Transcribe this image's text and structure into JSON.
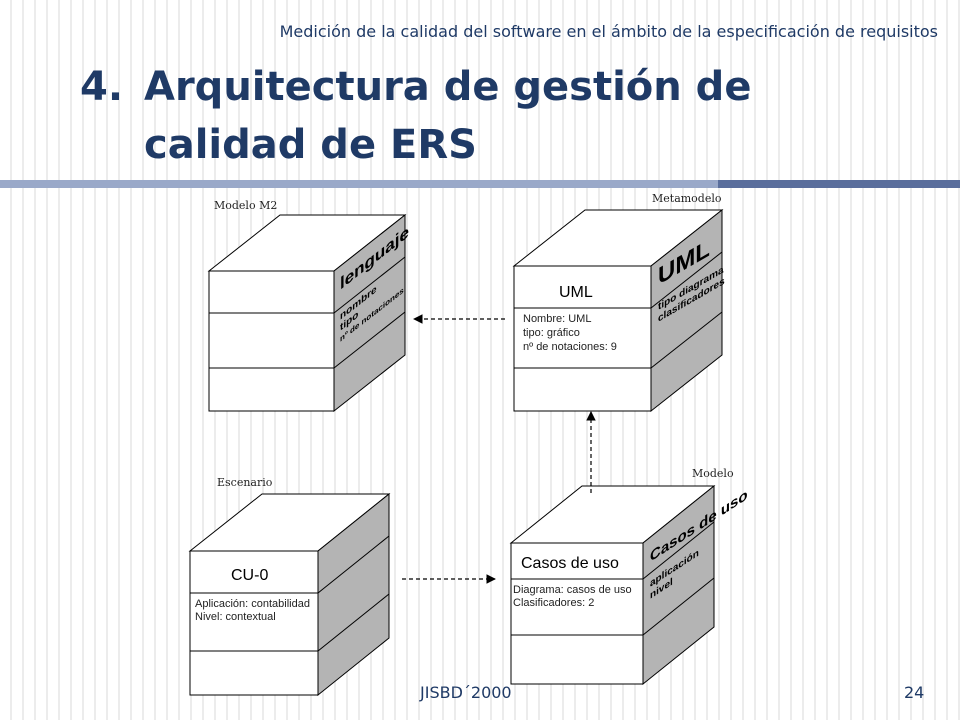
{
  "header": "Medición de la calidad del software en el ámbito de la especificación de requisitos",
  "title": {
    "number": "4.",
    "line1": "Arquitectura de gestión de",
    "line2": "calidad de ERS"
  },
  "boxes": {
    "m2": {
      "caption": "Modelo M2",
      "side_title": "lenguaje",
      "side_items": [
        "nombre",
        "tipo",
        "nº de notaciones"
      ]
    },
    "meta": {
      "caption": "Metamodelo",
      "front_title": "UML",
      "front_lines": [
        "Nombre: UML",
        "tipo: gráfico",
        "nº de notaciones: 9"
      ],
      "side_title": "UML",
      "side_items": [
        "tipo diagrama",
        "clasificadores"
      ]
    },
    "esc": {
      "caption": "Escenario",
      "front_title": "CU-0",
      "front_lines": [
        "Aplicación: contabilidad",
        "Nivel: contextual"
      ]
    },
    "mod": {
      "caption": "Modelo",
      "front_title": "Casos de uso",
      "front_lines": [
        "Diagrama: casos de uso",
        "Clasificadores: 2"
      ],
      "side_title": "Casos de uso",
      "side_items": [
        "aplicación",
        "nivel"
      ]
    }
  },
  "footer": {
    "center": "JISBD´2000",
    "page": "24"
  },
  "colors": {
    "title": "#1f3a66",
    "side_face": "#b4b4b4",
    "top_face": "#ffffff",
    "bar_light": "#9aa9c9",
    "bar_dark": "#5a6e9c"
  }
}
